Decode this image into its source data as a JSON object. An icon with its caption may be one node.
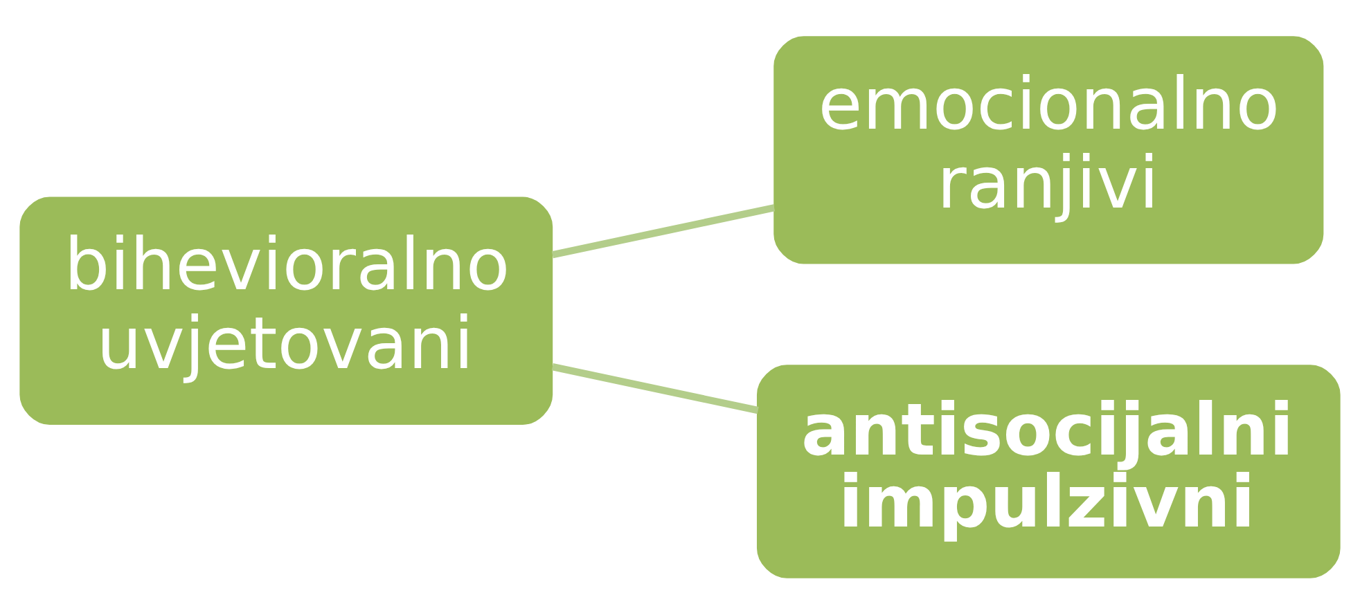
{
  "diagram": {
    "nodes": [
      {
        "text": [
          "bihevioralno uvjetovani"
        ]
      },
      {
        "text": [
          "emocionalno ranjivi"
        ]
      },
      {
        "text": [
          "antisocijalni impulzivni"
        ]
      }
    ],
    "edges": [
      {
        "from": 0,
        "to": 1,
        "arrow": "none"
      },
      {
        "from": 0,
        "to": 2,
        "arrow": "none"
      }
    ]
  }
}
